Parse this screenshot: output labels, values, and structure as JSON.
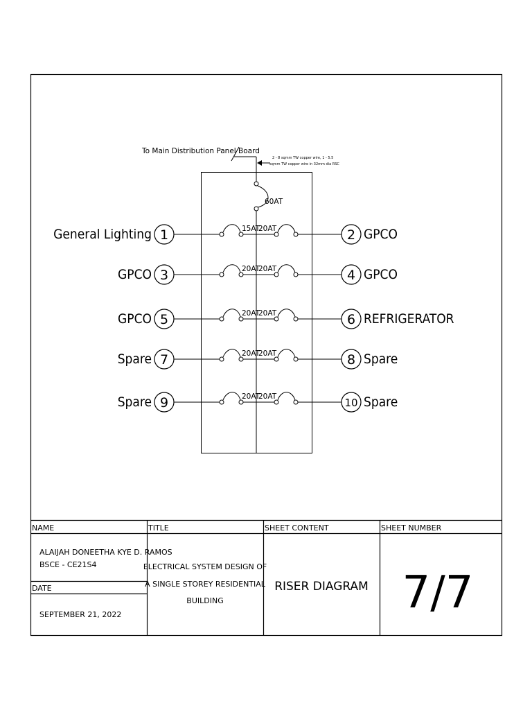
{
  "feeder": {
    "label": "To Main Distribution Panel Board",
    "note_line1": "2 - 8 sqmm TW copper wire, 1 - 5.5",
    "note_line2": "sqmm TW copper wire in 32mm dia RSC",
    "main_breaker": "60AT"
  },
  "circuits_left": [
    {
      "number": "1",
      "name": "General Lighting",
      "breaker": "15AT"
    },
    {
      "number": "3",
      "name": "GPCO",
      "breaker": "20AT"
    },
    {
      "number": "5",
      "name": "GPCO",
      "breaker": "20AT"
    },
    {
      "number": "7",
      "name": "Spare",
      "breaker": "20AT"
    },
    {
      "number": "9",
      "name": "Spare",
      "breaker": "20AT"
    }
  ],
  "circuits_right": [
    {
      "number": "2",
      "name": "GPCO",
      "breaker": "20AT"
    },
    {
      "number": "4",
      "name": "GPCO",
      "breaker": "20AT"
    },
    {
      "number": "6",
      "name": "REFRIGERATOR",
      "breaker": "20AT"
    },
    {
      "number": "8",
      "name": "Spare",
      "breaker": "20AT"
    },
    {
      "number": "10",
      "name": "Spare",
      "breaker": "20AT"
    }
  ],
  "title_block": {
    "name_header": "NAME",
    "title_header": "TITLE",
    "content_header": "SHEET CONTENT",
    "number_header": "SHEET NUMBER",
    "name_line1": "ALAIJAH DONEETHA KYE D. RAMOS",
    "name_line2": "BSCE - CE21S4",
    "date_header": "DATE",
    "date_value": "SEPTEMBER 21, 2022",
    "title_line1": "ELECTRICAL SYSTEM DESIGN OF",
    "title_line2": "A SINGLE STOREY RESIDENTIAL",
    "title_line3": "BUILDING",
    "sheet_content": "RISER DIAGRAM",
    "sheet_number": "7/7"
  }
}
